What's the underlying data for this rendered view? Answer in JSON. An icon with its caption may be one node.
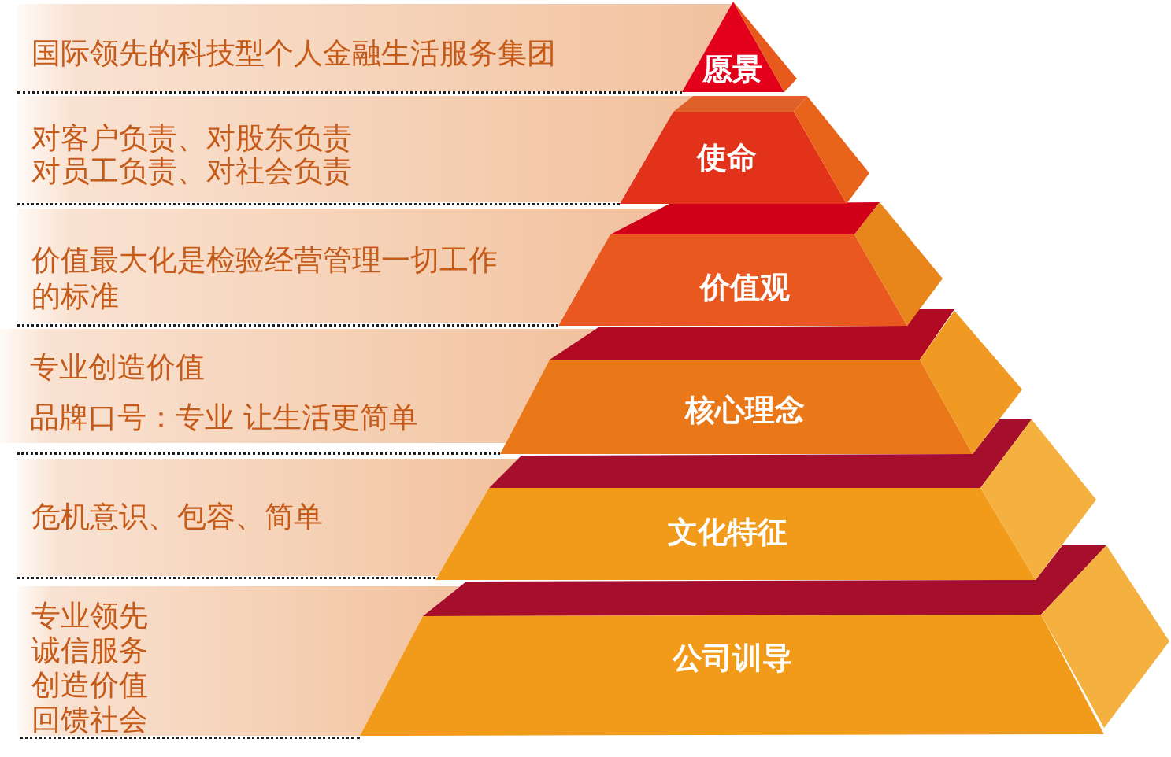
{
  "diagram": {
    "nodes": [
      {
        "text": [
          "国际领先的科技型个人金融生活服务集团"
        ]
      },
      {
        "text": [
          "愿景"
        ]
      },
      {
        "text": [
          "对客户负责、对股东负责",
          "对员工负责、对社会负责"
        ]
      },
      {
        "text": [
          "使命"
        ]
      },
      {
        "text": [
          "价值最大化是检验经营管理一切工作的标准"
        ]
      },
      {
        "text": [
          "价值观"
        ]
      },
      {
        "text": [
          "专业创造价值",
          "品牌口号：专业 让生活更简单"
        ]
      },
      {
        "text": [
          "核心理念"
        ]
      },
      {
        "text": [
          "危机意识、包容、简单"
        ]
      },
      {
        "text": [
          "文化特征"
        ]
      },
      {
        "text": [
          "专业领先",
          "诚信服务",
          "创造价值",
          "回馈社会"
        ]
      },
      {
        "text": [
          "公司训导"
        ]
      }
    ]
  }
}
